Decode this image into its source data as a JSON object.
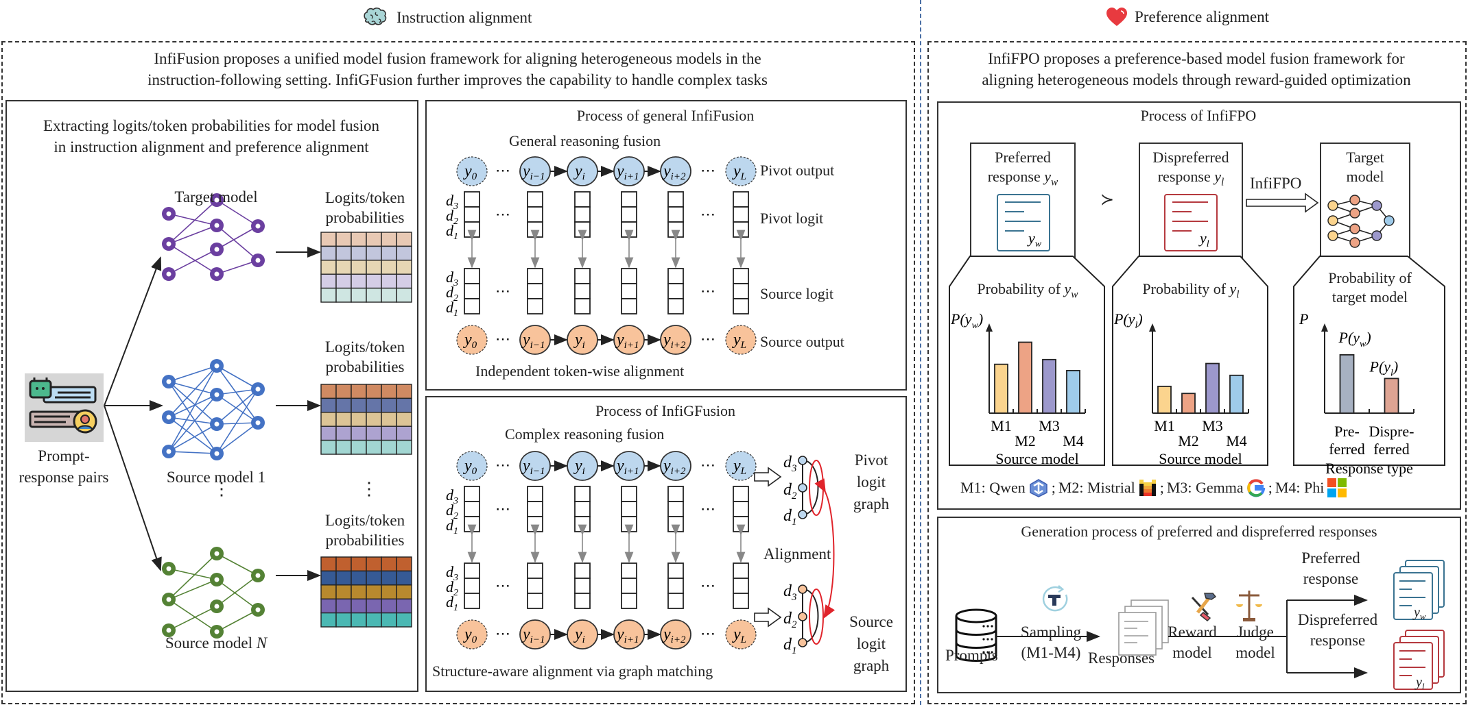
{
  "sections": {
    "instruction": {
      "title": "Instruction alignment",
      "icon": "brain-icon",
      "description_lines": [
        "InfiFusion proposes a unified model fusion framework for aligning heterogeneous models in the",
        "instruction-following setting. InfiGFusion further improves the capability to handle complex tasks"
      ]
    },
    "preference": {
      "title": "Preference alignment",
      "icon": "heart-icon",
      "description_lines": [
        "InfiFPO proposes a preference-based model fusion framework for",
        "aligning heterogeneous models through reward-guided optimization"
      ]
    }
  },
  "extract_panel": {
    "title_lines": [
      "Extracting logits/token probabilities for model fusion",
      "in instruction alignment and preference alignment"
    ],
    "input_label_lines": [
      "Prompt-",
      "response pairs"
    ],
    "models": [
      {
        "label": "Target model",
        "color": "#6b3fa0",
        "logits_label_lines": [
          "Logits/token",
          "probabilities"
        ],
        "row_colors": [
          "#e8c9b4",
          "#c2c6dd",
          "#e6d6b4",
          "#d4cde6",
          "#cfe6e2"
        ]
      },
      {
        "label": "Source model 1",
        "color": "#4472c4",
        "logits_label_lines": [
          "Logits/token",
          "probabilities"
        ],
        "row_colors": [
          "#d08a62",
          "#6575a8",
          "#dcc496",
          "#ada3d0",
          "#a2d6d2"
        ]
      },
      {
        "label": "Source model ",
        "label_italic": "N",
        "color": "#548235",
        "logits_label_lines": [
          "Logits/token",
          "probabilities"
        ],
        "row_colors": [
          "#c0602f",
          "#365a95",
          "#b8892e",
          "#7a66b0",
          "#4bb8b3"
        ]
      }
    ],
    "ellipsis": "⋮"
  },
  "general_panel": {
    "title": "Process of general InfiFusion",
    "subtitle": "General reasoning fusion",
    "footer": "Independent token-wise alignment",
    "row_labels": {
      "pivot_output": "Pivot output",
      "pivot_logit": "Pivot logit",
      "source_logit": "Source logit",
      "source_output": "Source output"
    }
  },
  "graph_panel": {
    "title": "Process of InfiGFusion",
    "subtitle": "Complex reasoning fusion",
    "footer": "Structure-aware alignment via graph matching",
    "alignment_label": "Alignment",
    "pivot_graph_label_lines": [
      "Pivot",
      "logit",
      "graph"
    ],
    "source_graph_label_lines": [
      "Source",
      "logit",
      "graph"
    ]
  },
  "tokens": {
    "nodes": [
      {
        "base": "y",
        "sub": "0",
        "dashed": true
      },
      {
        "base": "y",
        "sub": "i−1",
        "dashed": false
      },
      {
        "base": "y",
        "sub": "i",
        "dashed": false
      },
      {
        "base": "y",
        "sub": "i+1",
        "dashed": false
      },
      {
        "base": "y",
        "sub": "i+2",
        "dashed": false
      },
      {
        "base": "y",
        "sub": "L",
        "dashed": true
      }
    ],
    "dims": [
      "d3",
      "d2",
      "d1"
    ],
    "pivot_color": "#bdd7ee",
    "source_color": "#f8c39b",
    "ellipsis": "⋯"
  },
  "fpo_panel": {
    "title": "Process of InfiFPO",
    "preferred": {
      "title_lines": [
        "Preferred",
        "response "
      ],
      "var": "y",
      "var_sub": "w",
      "color": "#3a7391"
    },
    "dispreferred": {
      "title_lines": [
        "Dispreferred",
        "response "
      ],
      "var": "y",
      "var_sub": "l",
      "color": "#b5393e"
    },
    "succ_symbol": "≻",
    "arrow_label": "InfiFPO",
    "target_title_lines": [
      "Target",
      "model"
    ],
    "prob_w_title": "Probability of ",
    "prob_l_title": "Probability of ",
    "prob_t_title_lines": [
      "Probability of",
      "target model"
    ],
    "legend": {
      "items": [
        {
          "key": "M1",
          "name": "Qwen",
          "icon": "qwen-logo-icon"
        },
        {
          "key": "M2",
          "name": "Mistrial",
          "icon": "mistral-logo-icon"
        },
        {
          "key": "M3",
          "name": "Gemma",
          "icon": "google-logo-icon"
        },
        {
          "key": "M4",
          "name": "Phi",
          "icon": "microsoft-logo-icon"
        }
      ]
    }
  },
  "chart_data": [
    {
      "type": "bar",
      "title": "Probability of y_w",
      "ylabel": "P(y_w)",
      "xlabel": "Source model",
      "categories": [
        "M1",
        "M2",
        "M3",
        "M4"
      ],
      "values": [
        0.62,
        0.9,
        0.68,
        0.54
      ],
      "colors": [
        "#fbd48e",
        "#eda385",
        "#9c98cc",
        "#9fcbea"
      ],
      "ylim": [
        0,
        1
      ]
    },
    {
      "type": "bar",
      "title": "Probability of y_l",
      "ylabel": "P(y_l)",
      "xlabel": "Source model",
      "categories": [
        "M1",
        "M2",
        "M3",
        "M4"
      ],
      "values": [
        0.34,
        0.25,
        0.63,
        0.48
      ],
      "colors": [
        "#fbd48e",
        "#eda385",
        "#9c98cc",
        "#9fcbea"
      ],
      "ylim": [
        0,
        1
      ]
    },
    {
      "type": "bar",
      "title": "Probability of target model",
      "ylabel": "P",
      "xlabel": "Response type",
      "categories": [
        "Pre-ferred",
        "Dispre-ferred"
      ],
      "value_labels": [
        "P(y_w)",
        "P(y_l)"
      ],
      "values": [
        0.74,
        0.44
      ],
      "colors": [
        "#a7b1c2",
        "#dea493"
      ],
      "ylim": [
        0,
        1
      ]
    }
  ],
  "generation_panel": {
    "title": "Generation process of preferred and dispreferred responses",
    "steps": {
      "prompts": "Prompts",
      "sampling_lines": [
        "Sampling",
        "(M1-M4)"
      ],
      "responses": "Responses",
      "reward_lines": [
        "Reward",
        "model"
      ],
      "judge_lines": [
        "Judge",
        "model"
      ],
      "preferred_lines": [
        "Preferred",
        "response"
      ],
      "dispreferred_lines": [
        "Dispreferred",
        "response"
      ]
    }
  }
}
